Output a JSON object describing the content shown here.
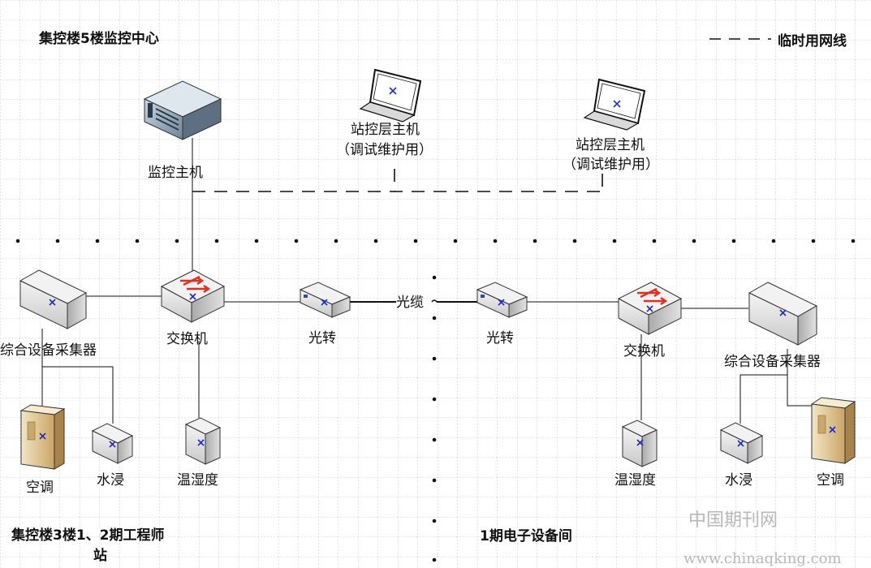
{
  "titles": {
    "top_left": "集控楼5楼监控中心",
    "bottom_left_line1": "集控楼3楼1、2期工程师",
    "bottom_left_line2": "站",
    "bottom_right": "1期电子设备间"
  },
  "legend": {
    "temp_line": "临时用网线"
  },
  "nodes": {
    "monitor_host": "监控主机",
    "laptop_a_line1": "站控层主机",
    "laptop_a_line2": "（调试维护用）",
    "laptop_b_line1": "站控层主机",
    "laptop_b_line2": "（调试维护用）",
    "left_collector": "综合设备采集器",
    "left_switch": "交换机",
    "left_converter": "光转",
    "fiber": "光缆",
    "right_converter": "光转",
    "right_switch": "交换机",
    "right_collector": "综合设备采集器",
    "left_ac": "空调",
    "left_water": "水浸",
    "left_temp": "温湿度",
    "right_temp": "温湿度",
    "right_water": "水浸",
    "right_ac": "空调"
  },
  "watermark": {
    "cn": "中国期刊网",
    "url": "www.chinaqking.com"
  },
  "colors": {
    "marker": "#1e2bd1",
    "arrow": "#e03020",
    "grid": "#bcbcbc"
  }
}
